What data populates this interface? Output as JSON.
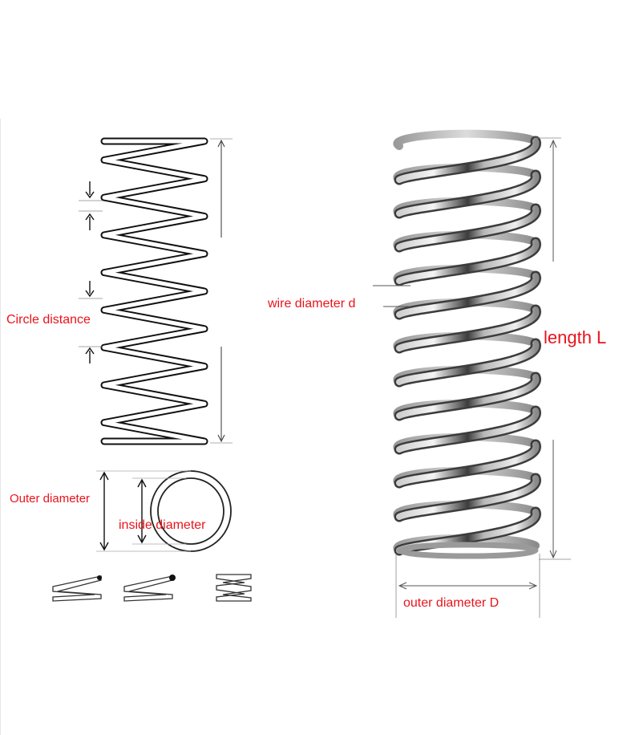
{
  "labels": {
    "circle_distance": "Circle distance",
    "outer_diameter": "Outer diameter",
    "inside_diameter": "inside diameter",
    "wire_diameter": "wire diameter  d",
    "length": "length  L",
    "outer_diameter_d": "outer diameter  D"
  },
  "colors": {
    "label": "#e8141c",
    "ink": "#111111",
    "dim_line": "#555555",
    "steel_light": "#e6e6e6",
    "steel_dark": "#3a3a3a"
  },
  "icons": {
    "schematic_spring": "zigzag-spring-icon",
    "ring": "cross-section-ring-icon",
    "end_types": [
      "open-end-spring-icon",
      "closed-end-spring-icon",
      "ground-end-spring-icon"
    ],
    "photo_spring": "steel-compression-spring-icon"
  }
}
